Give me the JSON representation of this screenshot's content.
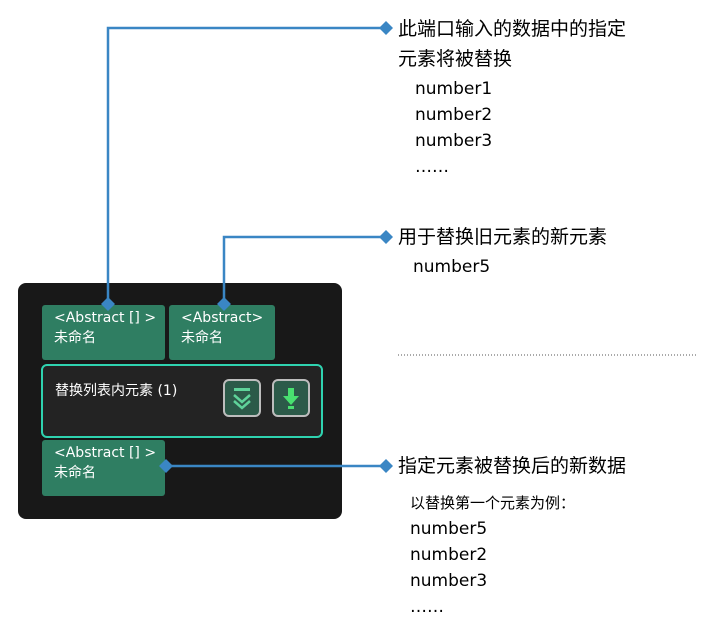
{
  "node": {
    "input_ports": [
      {
        "type": "<Abstract [] >",
        "name": "未命名"
      },
      {
        "type": "<Abstract>",
        "name": "未命名"
      }
    ],
    "title": "替换列表内元素 (1)",
    "output_port": {
      "type": "<Abstract [] >",
      "name": "未命名"
    }
  },
  "annotations": {
    "input_list": {
      "title_line1": "此端口输入的数据中的指定",
      "title_line2": "元素将被替换",
      "examples": [
        "number1",
        "number2",
        "number3",
        "……"
      ]
    },
    "replacement": {
      "title": "用于替换旧元素的新元素",
      "examples": [
        "number5"
      ]
    },
    "output": {
      "title": "指定元素被替换后的新数据",
      "examples": [
        "以替换第一个元素为例：",
        "number5",
        "number2",
        "number3",
        "……"
      ]
    }
  },
  "colors": {
    "node_bg": "#181818",
    "port_bg": "#2f7e62",
    "core_border": "#2fd3b0",
    "connector": "#3a86c4"
  }
}
